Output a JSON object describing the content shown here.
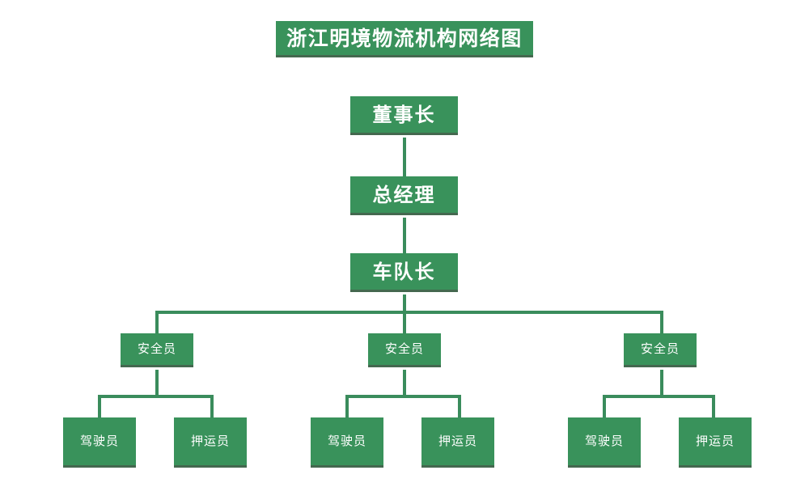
{
  "chart_data": {
    "type": "diagram",
    "diagram_kind": "organization-chart",
    "title": "浙江明境物流机构网络图",
    "orientation": "top-down",
    "colors": {
      "node_fill": "#39925b",
      "node_shadow": "#44684f",
      "node_text": "#ffffff",
      "connector": "#3a8c5c",
      "background": "#ffffff"
    },
    "levels": [
      {
        "level": 1,
        "labels": [
          "董事长"
        ]
      },
      {
        "level": 2,
        "labels": [
          "总经理"
        ]
      },
      {
        "level": 3,
        "labels": [
          "车队长"
        ]
      },
      {
        "level": 4,
        "labels": [
          "安全员",
          "安全员",
          "安全员"
        ]
      },
      {
        "level": 5,
        "labels": [
          "驾驶员",
          "押运员",
          "驾驶员",
          "押运员",
          "驾驶员",
          "押运员"
        ]
      }
    ],
    "edges": [
      {
        "from": "董事长",
        "to": "总经理"
      },
      {
        "from": "总经理",
        "to": "车队长"
      },
      {
        "from": "车队长",
        "to": "安全员-1"
      },
      {
        "from": "车队长",
        "to": "安全员-2"
      },
      {
        "from": "车队长",
        "to": "安全员-3"
      },
      {
        "from": "安全员-1",
        "to": "驾驶员-1"
      },
      {
        "from": "安全员-1",
        "to": "押运员-1"
      },
      {
        "from": "安全员-2",
        "to": "驾驶员-2"
      },
      {
        "from": "安全员-2",
        "to": "押运员-2"
      },
      {
        "from": "安全员-3",
        "to": "驾驶员-3"
      },
      {
        "from": "安全员-3",
        "to": "押运员-3"
      }
    ]
  },
  "title_banner": {
    "label": "浙江明境物流机构网络图"
  },
  "nodes": {
    "chairman": {
      "label": "董事长"
    },
    "general_manager": {
      "label": "总经理"
    },
    "fleet_captain": {
      "label": "车队长"
    },
    "safety_officer_1": {
      "label": "安全员"
    },
    "safety_officer_2": {
      "label": "安全员"
    },
    "safety_officer_3": {
      "label": "安全员"
    },
    "driver_1": {
      "label": "驾驶员"
    },
    "escort_1": {
      "label": "押运员"
    },
    "driver_2": {
      "label": "驾驶员"
    },
    "escort_2": {
      "label": "押运员"
    },
    "driver_3": {
      "label": "驾驶员"
    },
    "escort_3": {
      "label": "押运员"
    }
  }
}
